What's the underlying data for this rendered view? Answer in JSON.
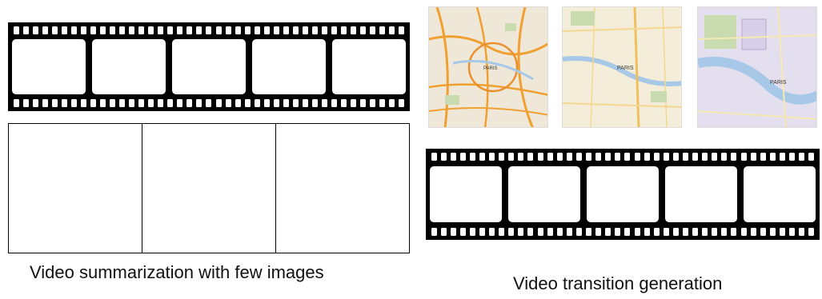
{
  "left": {
    "caption": "Video summarization with few images",
    "film_frames": 5,
    "empty_boxes": 3
  },
  "right": {
    "caption": "Video transition generation",
    "film_frames": 5,
    "map_labels": [
      "PARIS",
      "PARIS",
      "PARIS"
    ]
  },
  "colors": {
    "film": "#000000",
    "map_bg_1": "#efe8d8",
    "map_bg_2": "#f3edd9",
    "map_bg_3": "#e4dfee",
    "river": "#a8c8e8",
    "road": "#f0a030",
    "park": "#c8dcb0"
  }
}
